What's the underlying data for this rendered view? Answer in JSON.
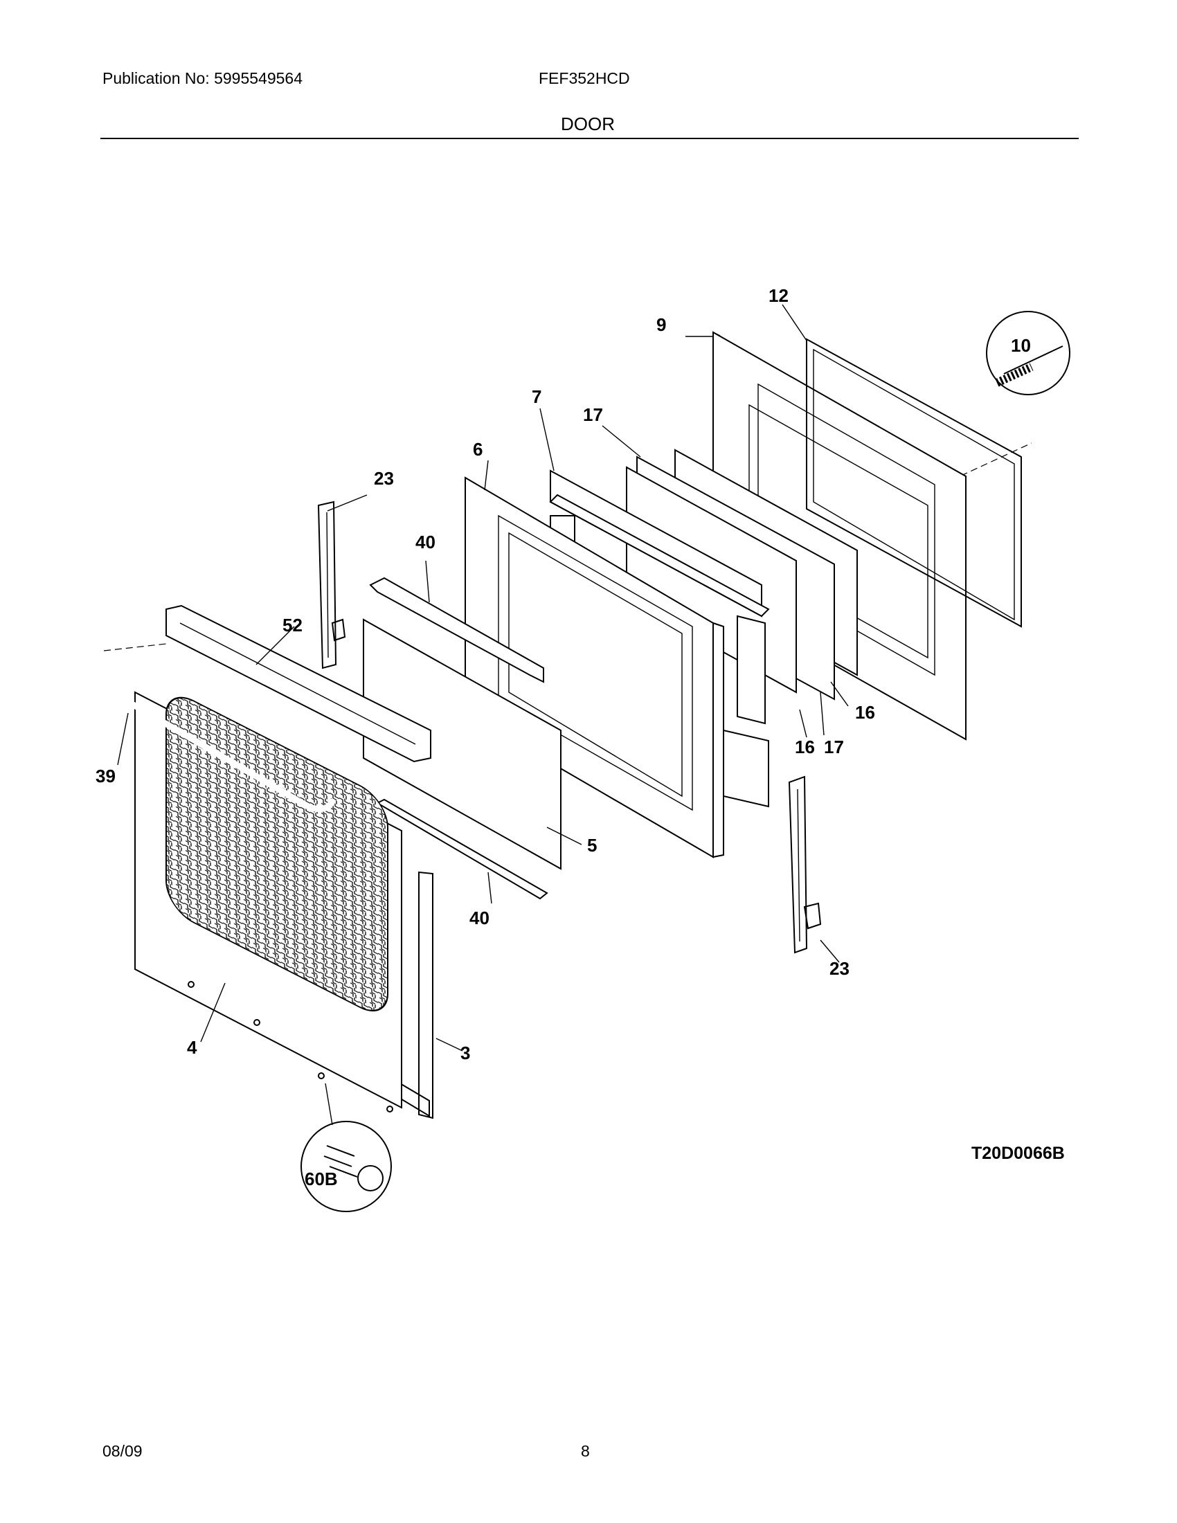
{
  "header": {
    "publication": "Publication No: 5995549564",
    "model": "FEF352HCD",
    "section": "DOOR"
  },
  "footer": {
    "date": "08/09",
    "page": "8"
  },
  "diagram": {
    "drawing_code": "T20D0066B",
    "callouts": {
      "p3": "3",
      "p4": "4",
      "p5": "5",
      "p6": "6",
      "p7": "7",
      "p9": "9",
      "p10": "10",
      "p12": "12",
      "p16a": "16",
      "p16b": "16",
      "p17a": "17",
      "p17b": "17",
      "p23a": "23",
      "p23b": "23",
      "p39": "39",
      "p40a": "40",
      "p40b": "40",
      "p52": "52",
      "p60b": "60B"
    }
  }
}
